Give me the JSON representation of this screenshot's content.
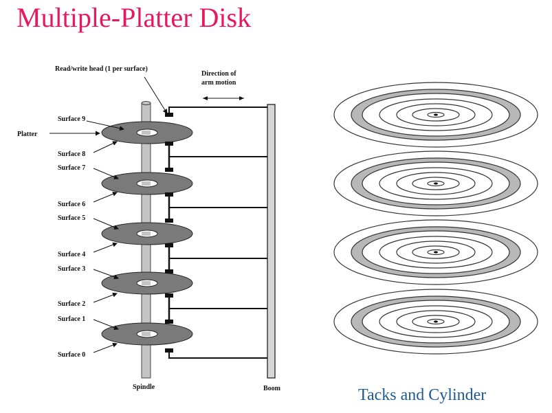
{
  "title": "Multiple-Platter Disk",
  "diagram": {
    "read_write_head_label": "Read/write head (1 per surface)",
    "direction_label_line1": "Direction of",
    "direction_label_line2": "arm motion",
    "platter_label": "Platter",
    "spindle_label": "Spindle",
    "boom_label": "Boom",
    "surfaces": [
      "Surface 9",
      "Surface 8",
      "Surface 7",
      "Surface 6",
      "Surface 5",
      "Surface 4",
      "Surface 3",
      "Surface 2",
      "Surface 1",
      "Surface 0"
    ]
  },
  "caption": "Tacks and Cylinder",
  "colors": {
    "title": "#e8185e",
    "caption": "#1c5a93",
    "platter": "#7a7a7a",
    "track_highlight": "#b8b8b8"
  }
}
